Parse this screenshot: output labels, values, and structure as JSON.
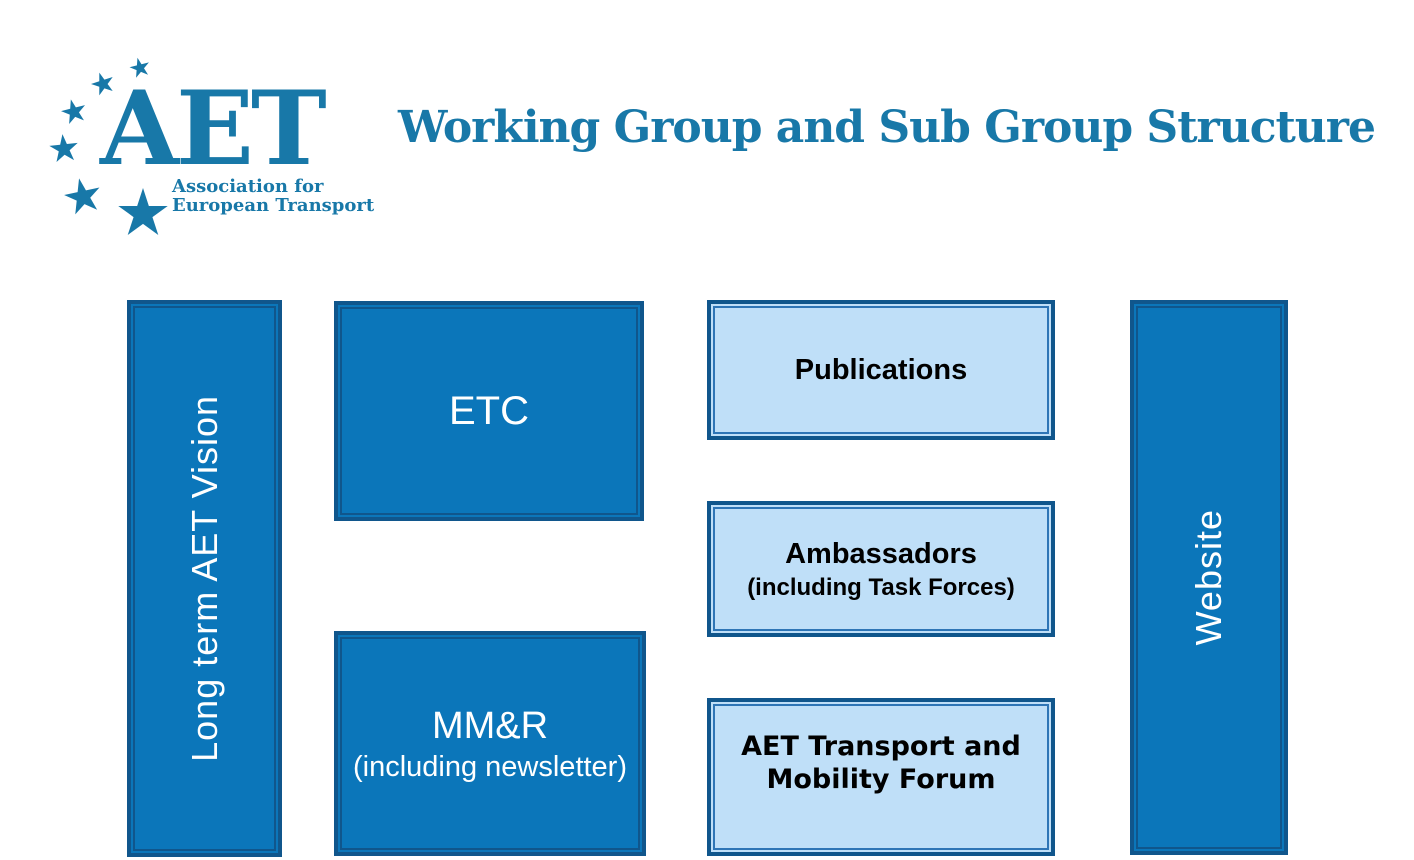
{
  "page": {
    "background": "#FFFFFF"
  },
  "header": {
    "logo": {
      "acronym": "AET",
      "subtitle_line1": "Association for",
      "subtitle_line2": "European Transport",
      "stars_icon": "eu-stars-arc",
      "color": "#1878A8"
    },
    "title": {
      "text": "Working Group and Sub Group Structure",
      "color": "#1878A8"
    }
  },
  "colors": {
    "brand_teal_blue": "#1878A8",
    "dark_box_fill": "#0B76BA",
    "light_box_fill": "#BFDFF8",
    "box_border_navy": "#10568C",
    "light_box_inner_line": "#2E75B6",
    "dark_box_text": "#FFFFFF",
    "light_box_text": "#000000"
  },
  "diagram": {
    "boxes": [
      {
        "id": "long-term-vision",
        "label": "Long term AET Vision",
        "style": "dark",
        "orientation": "vertical"
      },
      {
        "id": "etc",
        "label": "ETC",
        "style": "dark",
        "orientation": "horizontal"
      },
      {
        "id": "mmr",
        "label": "MM&R",
        "sublabel": "(including newsletter)",
        "style": "dark",
        "orientation": "horizontal"
      },
      {
        "id": "publications",
        "label": "Publications",
        "style": "light",
        "orientation": "horizontal"
      },
      {
        "id": "ambassadors",
        "label": "Ambassadors",
        "sublabel": "(including Task Forces)",
        "style": "light",
        "orientation": "horizontal"
      },
      {
        "id": "forum",
        "label_line1": "AET Transport and",
        "label_line2": "Mobility Forum",
        "style": "light",
        "orientation": "horizontal"
      },
      {
        "id": "website",
        "label": "Website",
        "style": "dark",
        "orientation": "vertical"
      }
    ]
  }
}
